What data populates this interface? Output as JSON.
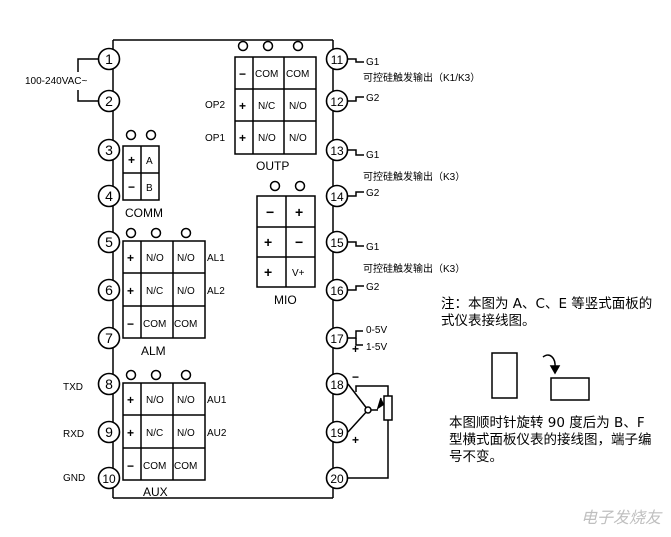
{
  "power": {
    "label": "100-240VAC~"
  },
  "terminals": [
    "1",
    "2",
    "3",
    "4",
    "5",
    "6",
    "7",
    "8",
    "9",
    "10",
    "11",
    "12",
    "13",
    "14",
    "15",
    "16",
    "17",
    "18",
    "19",
    "20"
  ],
  "left_labels": {
    "txd": "TXD",
    "rxd": "RXD",
    "gnd": "GND"
  },
  "comm": {
    "title": "COMM",
    "cells": [
      "A",
      "B"
    ],
    "signs": [
      "+",
      "−"
    ]
  },
  "alm": {
    "title": "ALM",
    "rows": [
      {
        "sign": "+",
        "c1": "N/O",
        "c2": "N/O",
        "side": "AL1"
      },
      {
        "sign": "+",
        "c1": "N/C",
        "c2": "N/O",
        "side": "AL2"
      },
      {
        "sign": "−",
        "c1": "COM",
        "c2": "COM",
        "side": ""
      }
    ]
  },
  "aux": {
    "title": "AUX",
    "rows": [
      {
        "sign": "+",
        "c1": "N/O",
        "c2": "N/O",
        "side": "AU1"
      },
      {
        "sign": "+",
        "c1": "N/C",
        "c2": "N/O",
        "side": "AU2"
      },
      {
        "sign": "−",
        "c1": "COM",
        "c2": "COM",
        "side": ""
      }
    ]
  },
  "outp": {
    "title": "OUTP",
    "rows": [
      {
        "sign": "−",
        "c1": "COM",
        "c2": "COM",
        "side": ""
      },
      {
        "sign": "+",
        "c1": "N/C",
        "c2": "N/O",
        "side": "OP2"
      },
      {
        "sign": "+",
        "c1": "N/O",
        "c2": "N/O",
        "side": "OP1"
      }
    ]
  },
  "mio": {
    "title": "MIO",
    "rows": [
      [
        "−",
        "+"
      ],
      [
        "+",
        "−"
      ],
      [
        "+",
        "V+"
      ]
    ]
  },
  "right": {
    "g1": "G1",
    "g2": "G2",
    "scr_k1k3": "可控硅触发输出（K1/K3）",
    "scr_k3": "可控硅触发输出（K3）",
    "v05": "0-5V",
    "v15": "1-5V",
    "plus": "+",
    "minus": "−"
  },
  "notes": {
    "note1": "注：本图为 A、C、E 等竖式面板的式仪表接线图。",
    "note2": "本图顺时针旋转 90 度后为 B、F 型横式面板仪表的接线图，端子编号不变。"
  },
  "watermark": "电子发烧友"
}
